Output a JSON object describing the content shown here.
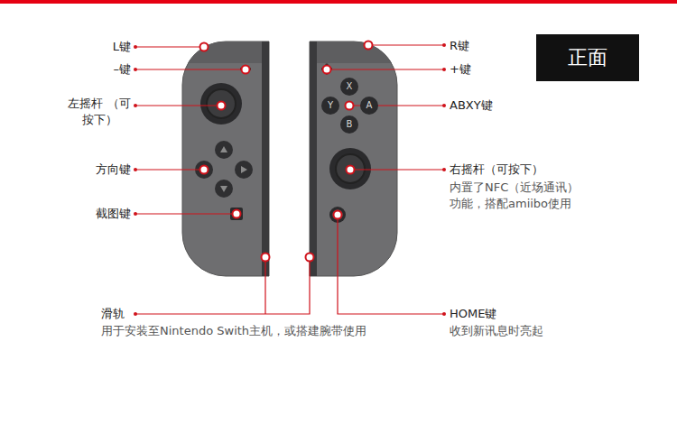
{
  "diagram": {
    "nodes": [
      {
        "text": [
          "正面"
        ]
      },
      {
        "text": [
          "X"
        ]
      },
      {
        "text": [
          "Y"
        ]
      },
      {
        "text": [
          "A"
        ]
      },
      {
        "text": [
          "B"
        ]
      }
    ],
    "labels": [
      "L键",
      "–键",
      "左摇杆 （可按下）",
      "方向键",
      "截图键",
      "滑轨",
      "用于安装至Nintendo Swith主机，或搭建腕带使用",
      "R键",
      "+键",
      "ABXY键",
      "右摇杆（可按下）",
      "内置了NFC（近场通讯） 功能，搭配amiibo使用",
      "HOME键",
      "收到新讯息时亮起"
    ]
  }
}
